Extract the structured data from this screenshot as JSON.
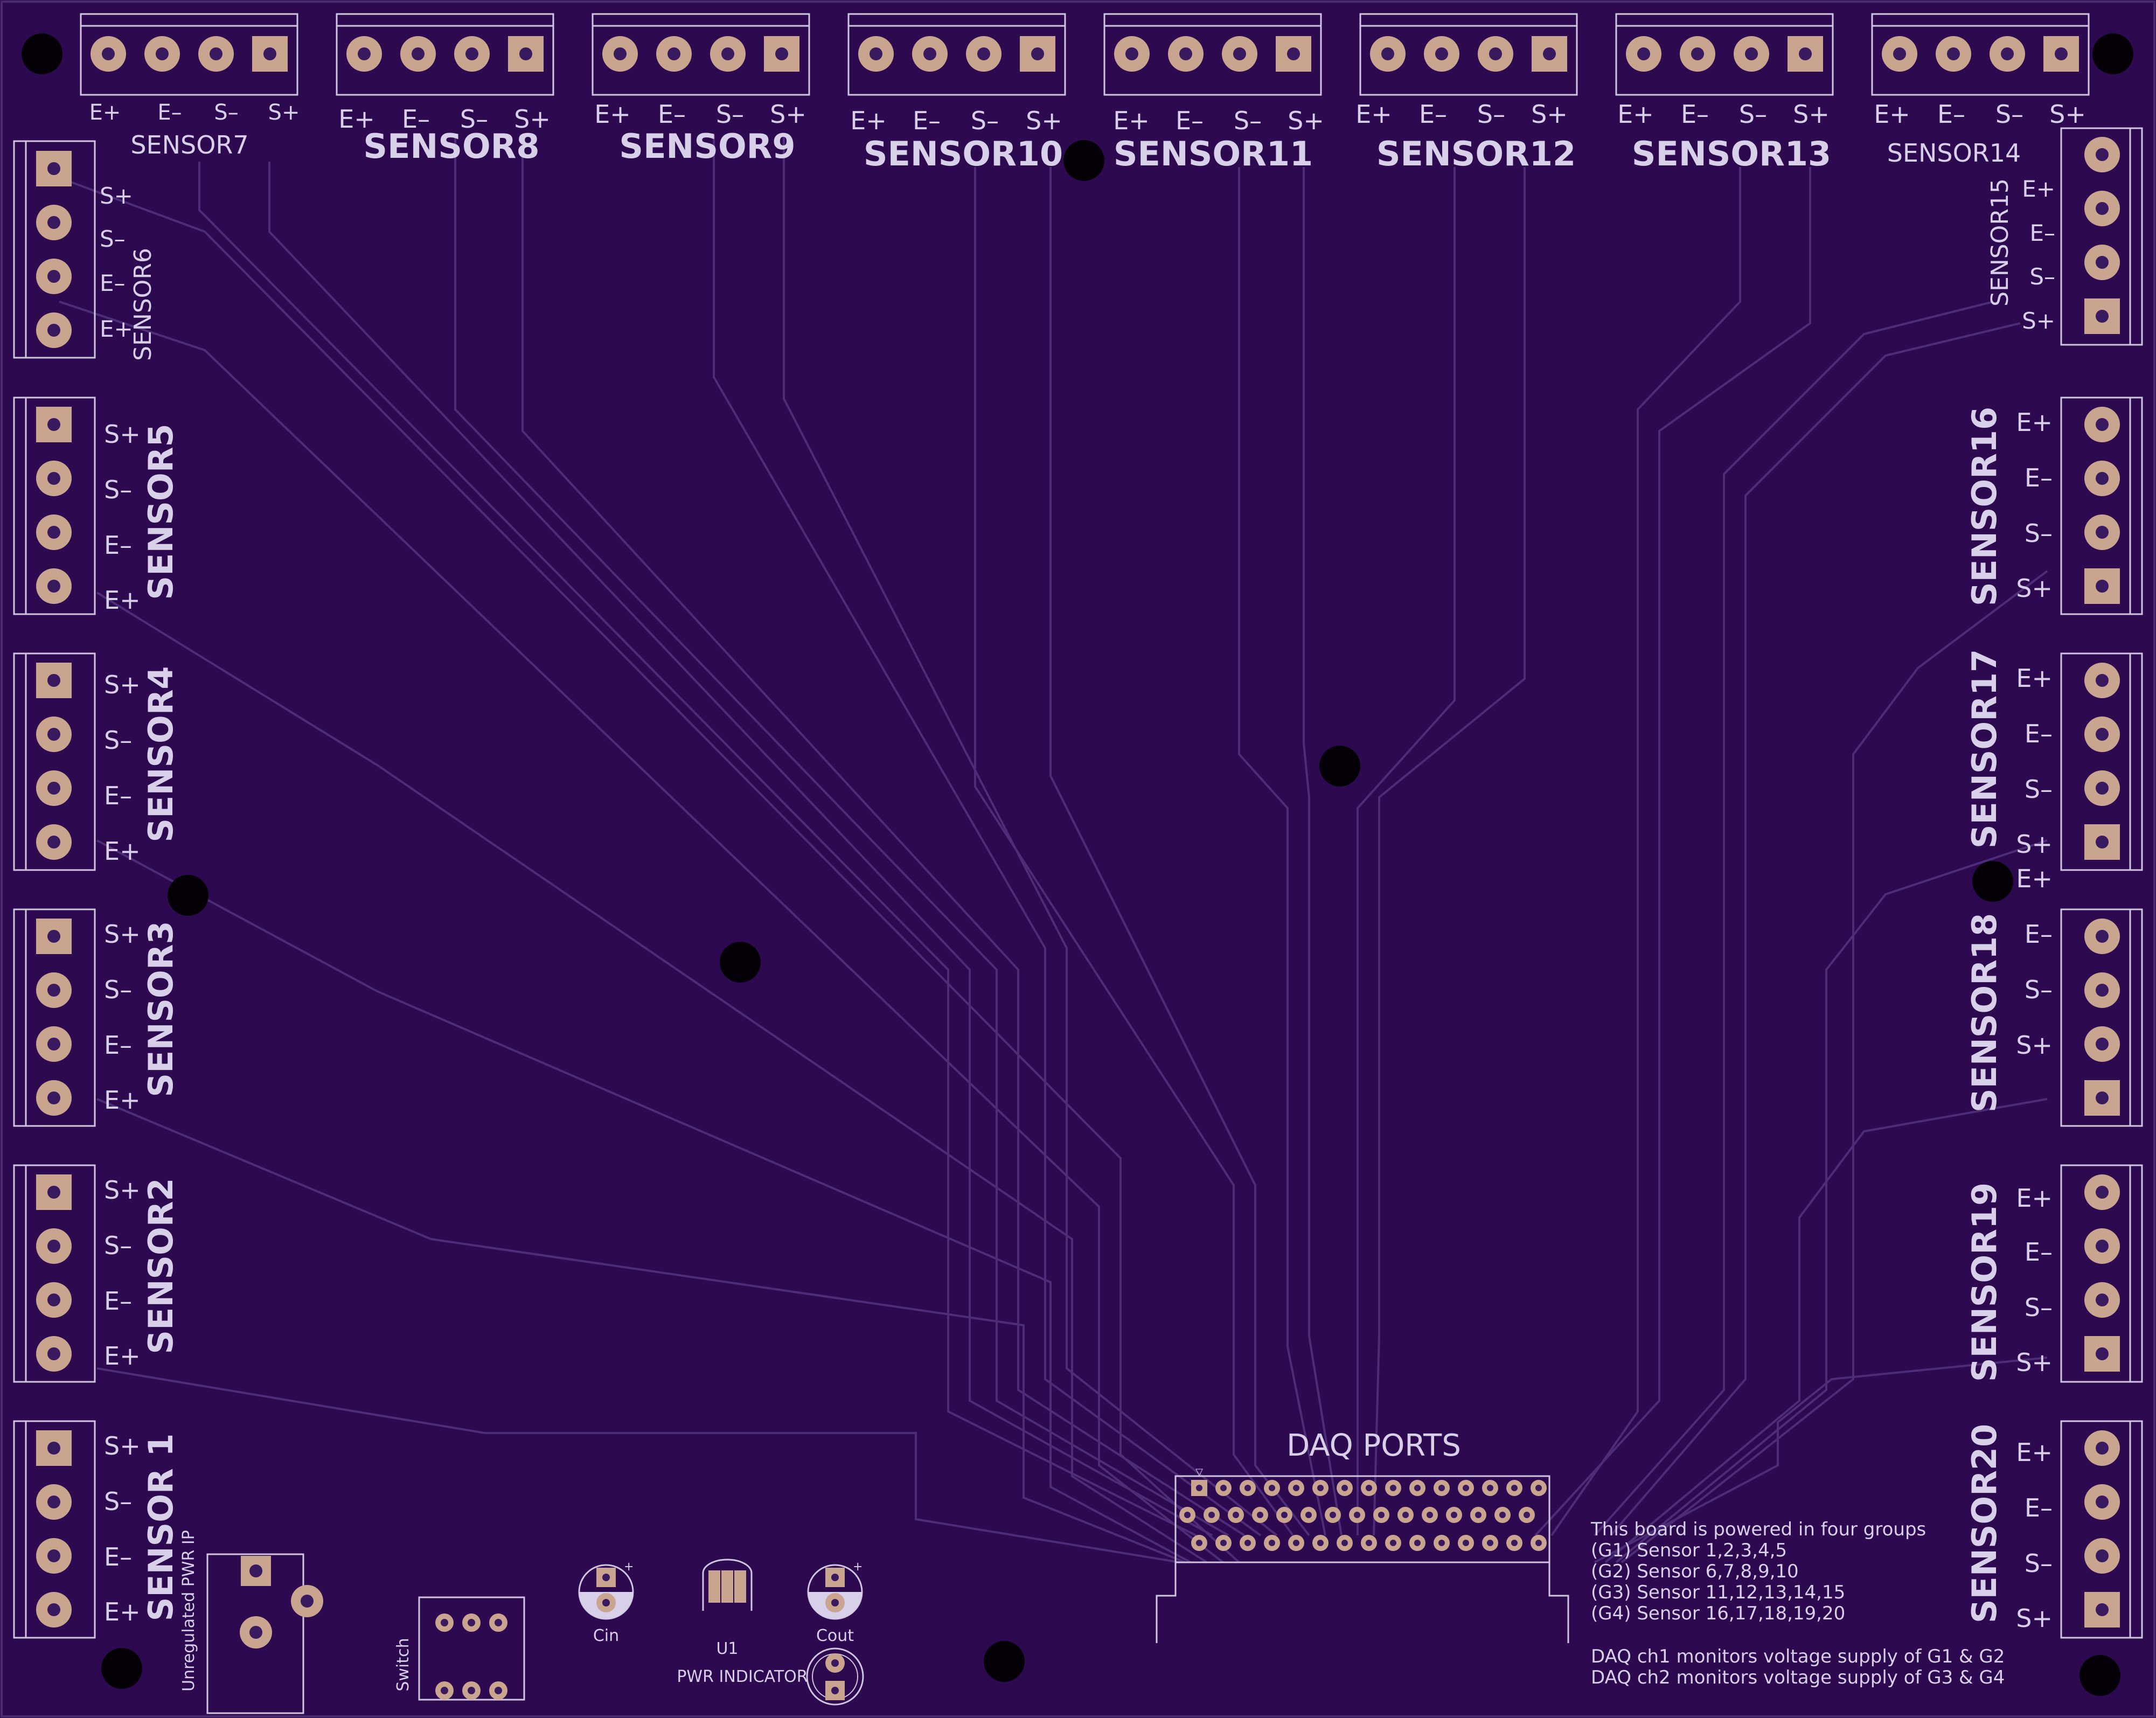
{
  "board": {
    "background": "#2d0a50",
    "silkscreen_color": "#d8cfe8",
    "pad_color": "#c9a48f",
    "trace_color": "#4e2d78"
  },
  "top_sensors": [
    {
      "name": "SENSOR7",
      "pins": [
        "E+",
        "E–",
        "S–",
        "S+"
      ]
    },
    {
      "name": "SENSOR8",
      "pins": [
        "E+",
        "E–",
        "S–",
        "S+"
      ]
    },
    {
      "name": "SENSOR9",
      "pins": [
        "E+",
        "E–",
        "S–",
        "S+"
      ]
    },
    {
      "name": "SENSOR10",
      "pins": [
        "E+",
        "E–",
        "S–",
        "S+"
      ]
    },
    {
      "name": "SENSOR11",
      "pins": [
        "E+",
        "E–",
        "S–",
        "S+"
      ]
    },
    {
      "name": "SENSOR12",
      "pins": [
        "E+",
        "E–",
        "S–",
        "S+"
      ]
    },
    {
      "name": "SENSOR13",
      "pins": [
        "E+",
        "E–",
        "S–",
        "S+"
      ]
    },
    {
      "name": "SENSOR14",
      "pins": [
        "E+",
        "E–",
        "S–",
        "S+"
      ]
    }
  ],
  "left_sensors": [
    {
      "name": "SENSOR6",
      "pins": [
        "S+",
        "S–",
        "E–",
        "E+"
      ]
    },
    {
      "name": "SENSOR5",
      "pins": [
        "S+",
        "S–",
        "E–",
        "E+"
      ]
    },
    {
      "name": "SENSOR4",
      "pins": [
        "S+",
        "S–",
        "E–",
        "E+"
      ]
    },
    {
      "name": "SENSOR3",
      "pins": [
        "S+",
        "S–",
        "E–",
        "E+"
      ]
    },
    {
      "name": "SENSOR2",
      "pins": [
        "S+",
        "S–",
        "E–",
        "E+"
      ]
    },
    {
      "name": "SENSOR 1",
      "pins": [
        "S+",
        "S–",
        "E–",
        "E+"
      ]
    }
  ],
  "right_sensors": [
    {
      "name": "SENSOR15",
      "pins": [
        "E+",
        "E–",
        "S–",
        "S+"
      ]
    },
    {
      "name": "SENSOR16",
      "pins": [
        "E+",
        "E–",
        "S–",
        "S+"
      ]
    },
    {
      "name": "SENSOR17",
      "pins": [
        "E+",
        "E–",
        "S–",
        "S+"
      ]
    },
    {
      "name": "SENSOR18",
      "pins": [
        "E+",
        "E–",
        "S–",
        "S+"
      ]
    },
    {
      "name": "SENSOR19",
      "pins": [
        "E+",
        "E–",
        "S–",
        "S+"
      ]
    },
    {
      "name": "SENSOR20",
      "pins": [
        "E+",
        "E–",
        "S–",
        "S+"
      ]
    }
  ],
  "daq": {
    "label": "DAQ PORTS",
    "pins_per_row": 15
  },
  "components": {
    "power_input": "Unregulated PWR IP",
    "switch": "Switch",
    "cin": "Cin",
    "regulator": "U1",
    "cout": "Cout",
    "indicator": "PWR INDICATOR"
  },
  "notes": [
    "This board is powered in four groups",
    "(G1) Sensor 1,2,3,4,5",
    "(G2) Sensor 6,7,8,9,10",
    "(G3) Sensor 11,12,13,14,15",
    "(G4) Sensor 16,17,18,19,20",
    "",
    "DAQ ch1 monitors voltage supply of G1 & G2",
    "DAQ ch2 monitors voltage supply of G3 & G4"
  ]
}
